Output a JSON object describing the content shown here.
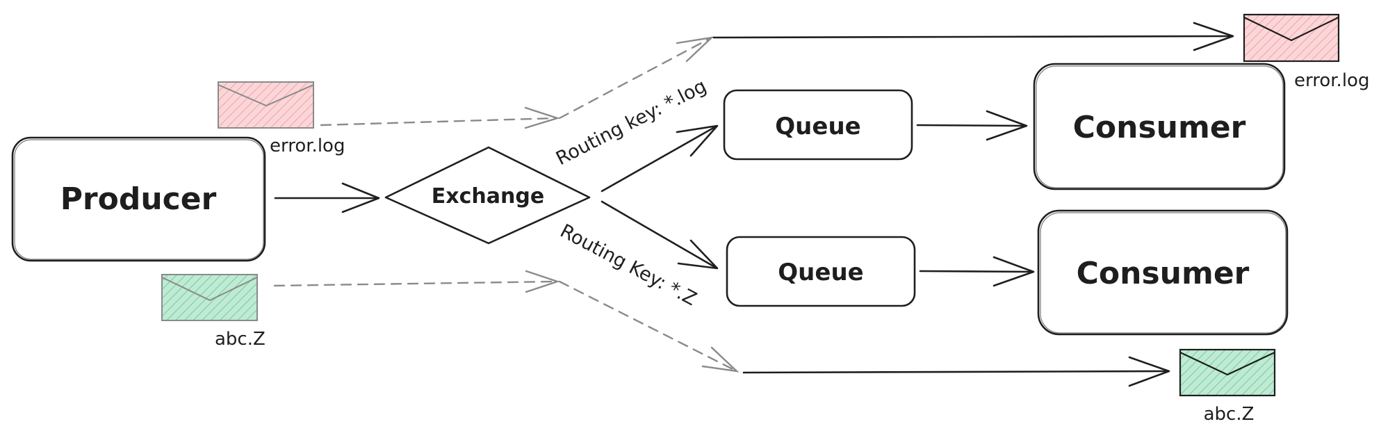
{
  "nodes": {
    "producer": "Producer",
    "exchange": "Exchange",
    "queue_top": "Queue",
    "queue_bottom": "Queue",
    "consumer_top": "Consumer",
    "consumer_bottom": "Consumer"
  },
  "edges": {
    "routing_top": "Routing key: *.log",
    "routing_bottom": "Routing Key: *.Z"
  },
  "messages": {
    "producer_error": "error.log",
    "producer_abc": "abc.Z",
    "consumer_error": "error.log",
    "consumer_abc": "abc.Z"
  },
  "colors": {
    "producer": "#f7a254",
    "exchange": "#d4d7dc",
    "queue": "#e9ebee",
    "consumer": "#4cc3d2",
    "envelope_red": "#f5b5b8",
    "envelope_green": "#8fd6b0",
    "stroke": "#1e1e1e"
  }
}
